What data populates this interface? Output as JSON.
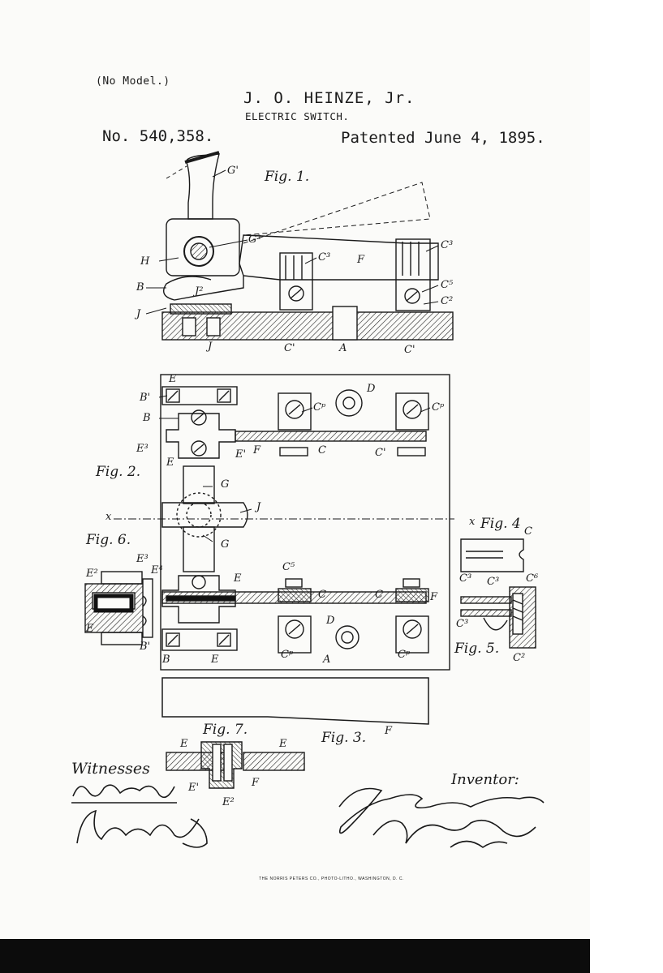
{
  "header": {
    "model_note": "(No Model.)",
    "inventor": "J. O. HEINZE, Jr.",
    "subject": "ELECTRIC SWITCH.",
    "patent_number": "No. 540,358.",
    "patent_date": "Patented June 4, 1895."
  },
  "figures": {
    "fig1": "Fig. 1.",
    "fig2": "Fig. 2.",
    "fig3": "Fig. 3.",
    "fig4": "Fig. 4",
    "fig5": "Fig. 5.",
    "fig6": "Fig. 6.",
    "fig7": "Fig. 7."
  },
  "labels": {
    "G1": "G'",
    "G2": "G²",
    "C3": "C³",
    "H": "H",
    "F": "F",
    "C5": "C⁵",
    "C2": "C²",
    "B": "B",
    "J2": "J²",
    "J": "J",
    "C1": "C'",
    "A": "A",
    "E": "E",
    "B1": "B'",
    "E3": "E³",
    "E1": "E'",
    "CP": "Cᵖ",
    "D": "D",
    "C": "C",
    "G": "G",
    "x": "x",
    "E2": "E²",
    "E4": "E⁴",
    "C6": "C⁶"
  },
  "signatures": {
    "witnesses_label": "Witnesses",
    "inventor_label": "Inventor:",
    "inventor_signature": "John O. Heinze Jr",
    "attorney_signature": "By J. S. Ruyk Atty",
    "witness_1": "Arthur Ashley",
    "witness_2": "H. E. Aughinbaugh"
  },
  "footer": {
    "imprint": "THE NORRIS PETERS CO., PHOTO-LITHO., WASHINGTON, D. C."
  }
}
